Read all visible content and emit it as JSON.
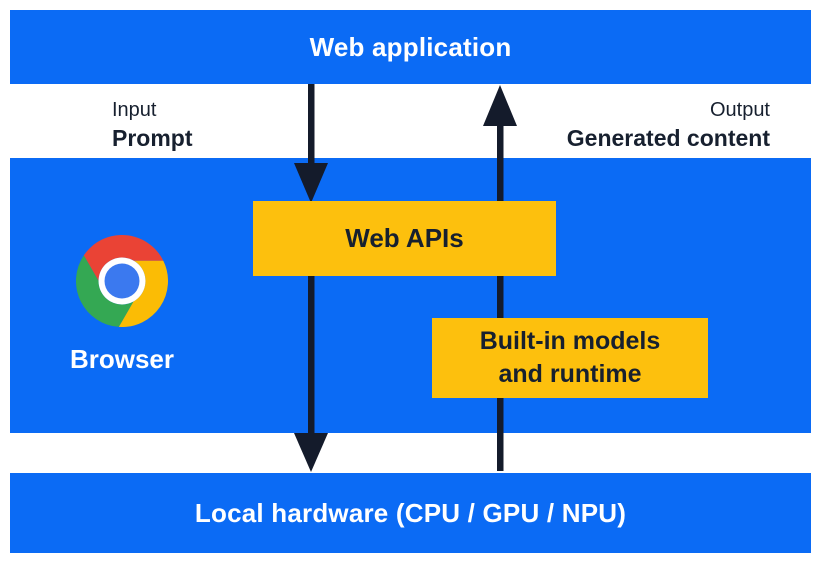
{
  "layers": {
    "web_application": "Web application",
    "local_hardware": "Local hardware (CPU / GPU / NPU)"
  },
  "io": {
    "input": {
      "caption": "Input",
      "value": "Prompt"
    },
    "output": {
      "caption": "Output",
      "value": "Generated content"
    }
  },
  "browser": {
    "label": "Browser",
    "icon": "chrome-logo-icon"
  },
  "boxes": {
    "web_apis": "Web APIs",
    "builtin_models": {
      "line1": "Built-in models",
      "line2": "and runtime"
    }
  },
  "icons": {
    "arrow_down": "down-arrow",
    "arrow_up": "up-arrow"
  },
  "colors": {
    "panel_blue": "#0b6bf5",
    "accent_yellow": "#fdc00d",
    "ink_dark": "#141b2b",
    "text_dark": "#17202f",
    "text_white": "#ffffff",
    "chrome_red": "#ea4335",
    "chrome_green": "#34a853",
    "chrome_yellow": "#fbbc05",
    "chrome_center_blue": "#3b79ef"
  }
}
